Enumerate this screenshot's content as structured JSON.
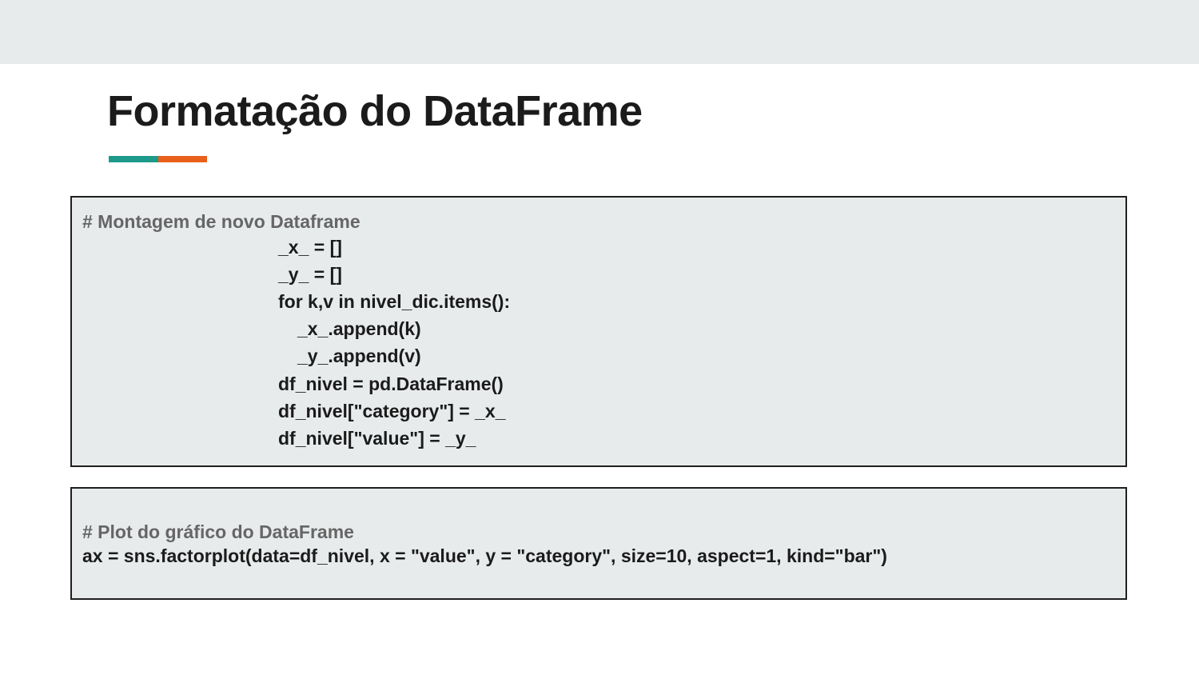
{
  "slide": {
    "title": "Formatação do DataFrame"
  },
  "colors": {
    "top_band": "#e8ebec",
    "accent_teal": "#1d9a8a",
    "accent_orange": "#e8601c",
    "code_background": "#e8ebec",
    "comment_text": "#666666",
    "code_text": "#1b1b1b"
  },
  "code_block_1": {
    "comment": "# Montagem de novo Dataframe",
    "lines": [
      "_x_ = []",
      "_y_ = []",
      "for k,v in nivel_dic.items():",
      "_x_.append(k)",
      "_y_.append(v)",
      "df_nivel = pd.DataFrame()",
      "df_nivel[\"category\"] = _x_",
      "df_nivel[\"value\"] = _y_"
    ]
  },
  "code_block_2": {
    "comment": "# Plot do gráfico do DataFrame",
    "code": "ax = sns.factorplot(data=df_nivel, x = \"value\", y = \"category\", size=10, aspect=1, kind=\"bar\")"
  }
}
